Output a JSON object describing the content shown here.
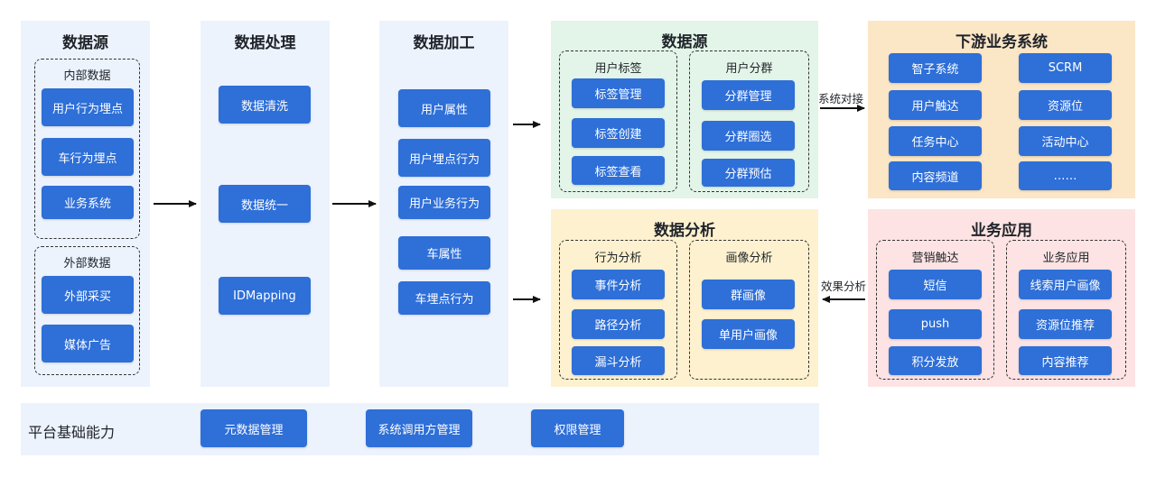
{
  "col1": {
    "title": "数据源",
    "internal": {
      "title": "内部数据",
      "items": [
        "用户行为埋点",
        "车行为埋点",
        "业务系统"
      ]
    },
    "external": {
      "title": "外部数据",
      "items": [
        "外部采买",
        "媒体广告"
      ]
    }
  },
  "col2": {
    "title": "数据处理",
    "items": [
      "数据清洗",
      "数据统一",
      "IDMapping"
    ]
  },
  "col3": {
    "title": "数据加工",
    "items": [
      "用户属性",
      "用户埋点行为",
      "用户业务行为",
      "车属性",
      "车埋点行为"
    ]
  },
  "datasource": {
    "title": "数据源",
    "tags": {
      "title": "用户标签",
      "items": [
        "标签管理",
        "标签创建",
        "标签查看"
      ]
    },
    "segments": {
      "title": "用户分群",
      "items": [
        "分群管理",
        "分群圈选",
        "分群预估"
      ]
    }
  },
  "analysis": {
    "title": "数据分析",
    "behavior": {
      "title": "行为分析",
      "items": [
        "事件分析",
        "路径分析",
        "漏斗分析"
      ]
    },
    "portrait": {
      "title": "画像分析",
      "items": [
        "群画像",
        "单用户画像"
      ]
    }
  },
  "downstream": {
    "title": "下游业务系统",
    "items": [
      "智子系统",
      "SCRM",
      "用户触达",
      "资源位",
      "任务中心",
      "活动中心",
      "内容频道",
      "……"
    ]
  },
  "apps": {
    "title": "业务应用",
    "marketing": {
      "title": "营销触达",
      "items": [
        "短信",
        "push",
        "积分发放"
      ]
    },
    "business": {
      "title": "业务应用",
      "items": [
        "线索用户画像",
        "资源位推荐",
        "内容推荐"
      ]
    }
  },
  "edges": {
    "system_connect": "系统对接",
    "effect_analysis": "效果分析"
  },
  "platform": {
    "title": "平台基础能力",
    "items": [
      "元数据管理",
      "系统调用方管理",
      "权限管理"
    ]
  },
  "colors": {
    "button": "#2e6fd8",
    "column_bg": "#edf3fd",
    "green": "#e3f4e8",
    "yellow": "#fdf1cf",
    "orange": "#fbe6c6",
    "pink": "#fde3e3"
  }
}
